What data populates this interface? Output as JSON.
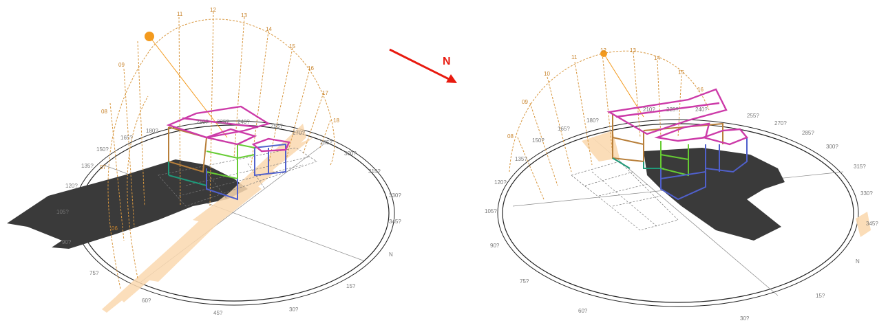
{
  "colors": {
    "sun": "#f39a1e",
    "sunpath": "#d8973f",
    "roof": "#cc3aa8",
    "ground_wall": "#b87f3a",
    "green": "#66cc33",
    "blue": "#5060cc",
    "teal": "#1f9a7a",
    "shadow": "#3a3a3a",
    "light": "#fbd9b0",
    "arrow": "#e81a0f"
  },
  "north_arrow": {
    "label": "N"
  },
  "left": {
    "azimuth_labels": [
      "180?",
      "165?",
      "150?",
      "135?",
      "120?",
      "105?",
      "90?",
      "75?",
      "60?",
      "45?",
      "30?",
      "15?",
      "N",
      "345?",
      "330?",
      "315?",
      "300?",
      "285?",
      "270?",
      "255?",
      "240?",
      "225?",
      "210?"
    ],
    "hour_labels": [
      "06",
      "07",
      "08",
      "09",
      "11",
      "12",
      "13",
      "14",
      "15",
      "16",
      "17",
      "18"
    ]
  },
  "right": {
    "azimuth_labels": [
      "180?",
      "165?",
      "150?",
      "135?",
      "120?",
      "105?",
      "90?",
      "75?",
      "60?",
      "30?",
      "15?",
      "N",
      "345?",
      "330?",
      "315?",
      "300?",
      "285?",
      "270?",
      "255?",
      "240?",
      "225?",
      "210?"
    ],
    "hour_labels": [
      "08",
      "09",
      "10",
      "11",
      "12",
      "13",
      "14",
      "15",
      "16"
    ]
  }
}
